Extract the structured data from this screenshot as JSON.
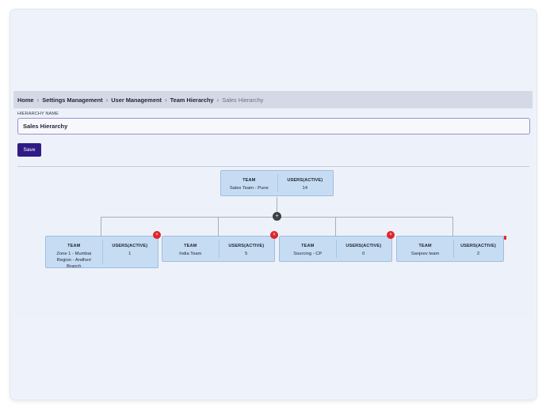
{
  "breadcrumb": {
    "items": [
      "Home",
      "Settings Management",
      "User Management",
      "Team Hierarchy"
    ],
    "separator": ">",
    "current": "Sales Hierarchy"
  },
  "form": {
    "label": "HIERARCHY NAME",
    "value": "Sales Hierarchy",
    "save_label": "Save"
  },
  "tree": {
    "team_header": "TEAM",
    "users_header": "USERS(ACTIVE)",
    "add_icon": "+",
    "remove_icon": "×",
    "root": {
      "team": "Sales Team - Pune",
      "users": "14"
    },
    "children": [
      {
        "team": "Zone 1 - Mumbai Region - Andheri Branch",
        "users": "1"
      },
      {
        "team": "India Team",
        "users": "5"
      },
      {
        "team": "Sourcing - CP",
        "users": "0"
      },
      {
        "team": "Sanjeev team",
        "users": "2"
      }
    ]
  },
  "colors": {
    "primary": "#2f1b86",
    "node_fill": "#c6dcf3",
    "remove": "#e0242a",
    "breadcrumb_bar": "#d4d9e6"
  }
}
